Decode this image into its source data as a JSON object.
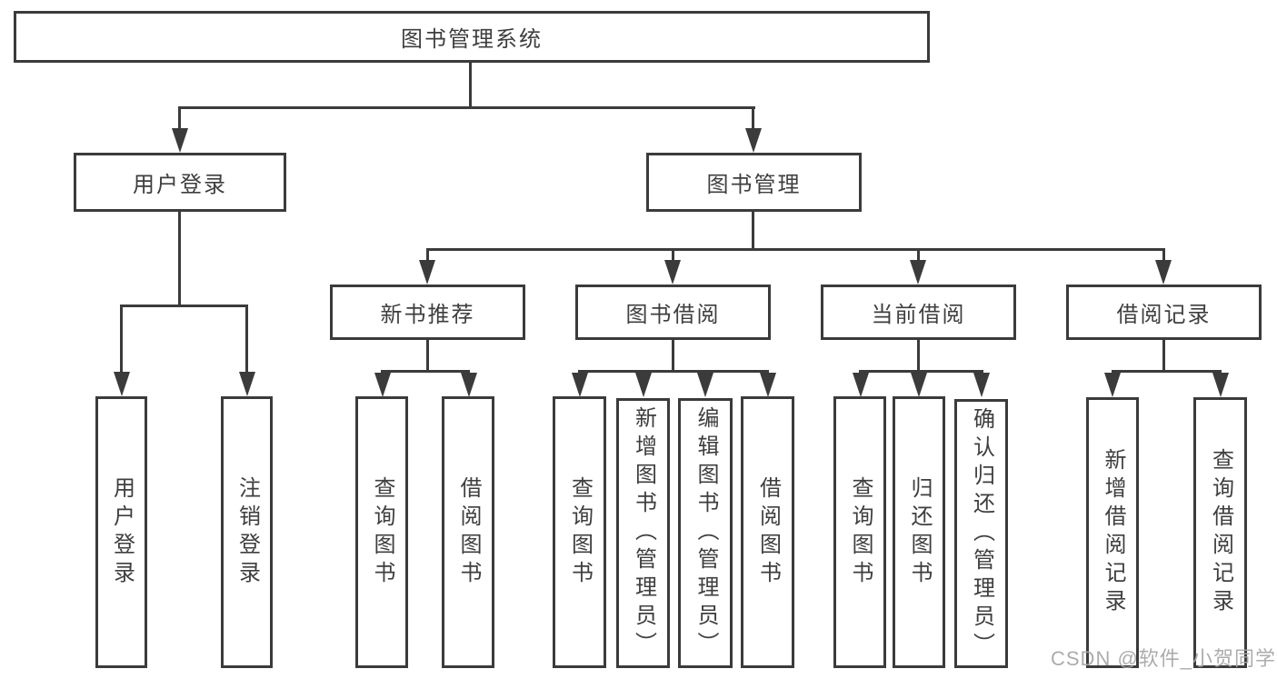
{
  "tree": {
    "root": {
      "label": "图书管理系统"
    },
    "user_login": {
      "label": "用户登录",
      "children": {
        "login": {
          "label": "用户登录"
        },
        "logout": {
          "label": "注销登录"
        }
      }
    },
    "book_management": {
      "label": "图书管理",
      "children": {
        "new_books": {
          "label": "新书推荐",
          "children": {
            "query_books": {
              "label": "查询图书"
            },
            "borrow_books": {
              "label": "借阅图书"
            }
          }
        },
        "book_borrowing": {
          "label": "图书借阅",
          "children": {
            "query_books": {
              "label": "查询图书"
            },
            "add_books": {
              "label": "新增图书（管理员）"
            },
            "edit_books": {
              "label": "编辑图书（管理员）"
            },
            "borrow_books": {
              "label": "借阅图书"
            }
          }
        },
        "current_borrowing": {
          "label": "当前借阅",
          "children": {
            "query_books": {
              "label": "查询图书"
            },
            "return_books": {
              "label": "归还图书"
            },
            "confirm_return": {
              "label": "确认归还（管理员）"
            }
          }
        },
        "borrowing_records": {
          "label": "借阅记录",
          "children": {
            "add_record": {
              "label": "新增借阅记录"
            },
            "query_record": {
              "label": "查询借阅记录"
            }
          }
        }
      }
    }
  },
  "watermark": {
    "text": "CSDN @软件_小贺同学"
  },
  "colors": {
    "line": "#3b3b3b",
    "text": "#3e3e3e",
    "watermark": "#a6a6a6",
    "background": "#ffffff"
  }
}
